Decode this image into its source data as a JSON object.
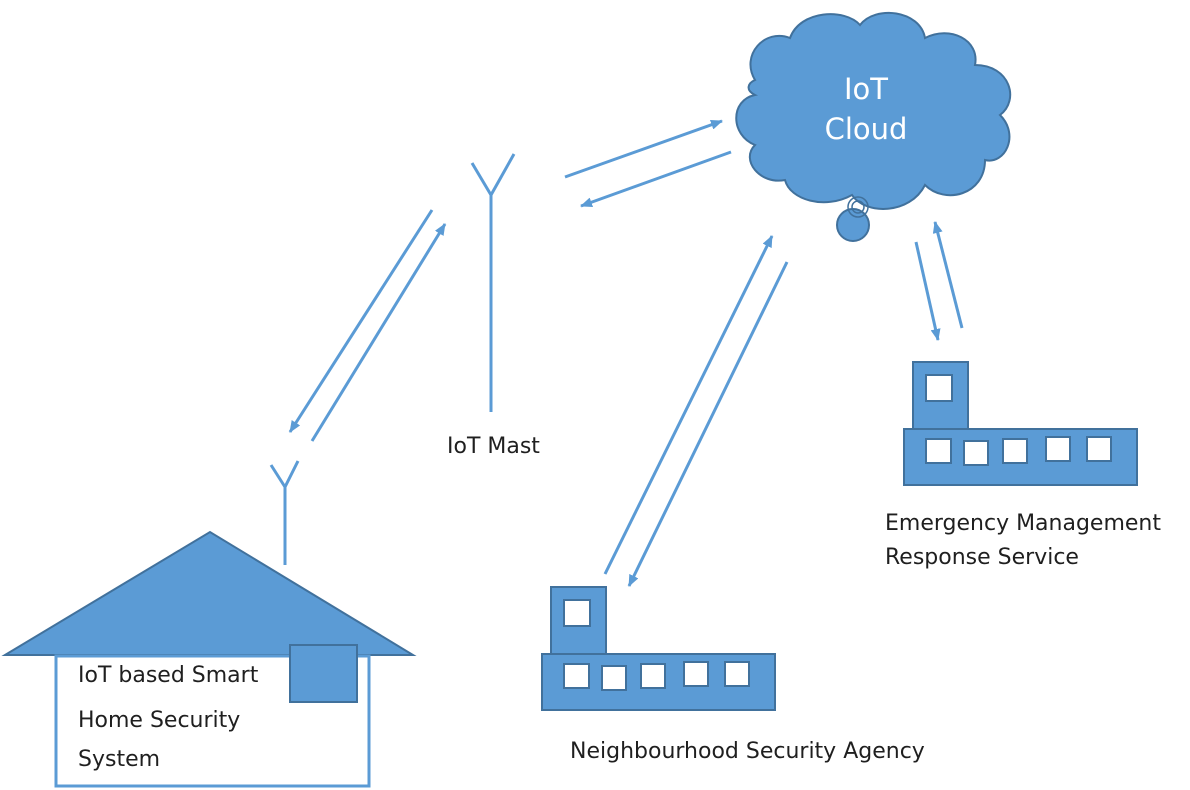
{
  "colors": {
    "fill": "#5B9BD5",
    "stroke": "#41719C",
    "arrow": "#5B9BD5",
    "text": "#1f1f1f",
    "cloud_text": "#ffffff"
  },
  "cloud": {
    "line1": "IoT",
    "line2": "Cloud"
  },
  "mast": {
    "label": "IoT Mast"
  },
  "home": {
    "line1": "IoT based Smart",
    "line2": "Home Security",
    "line3": "System"
  },
  "neighbourhood": {
    "label": "Neighbourhood Security Agency"
  },
  "emergency": {
    "line1": "Emergency Management",
    "line2": "Response Service"
  }
}
